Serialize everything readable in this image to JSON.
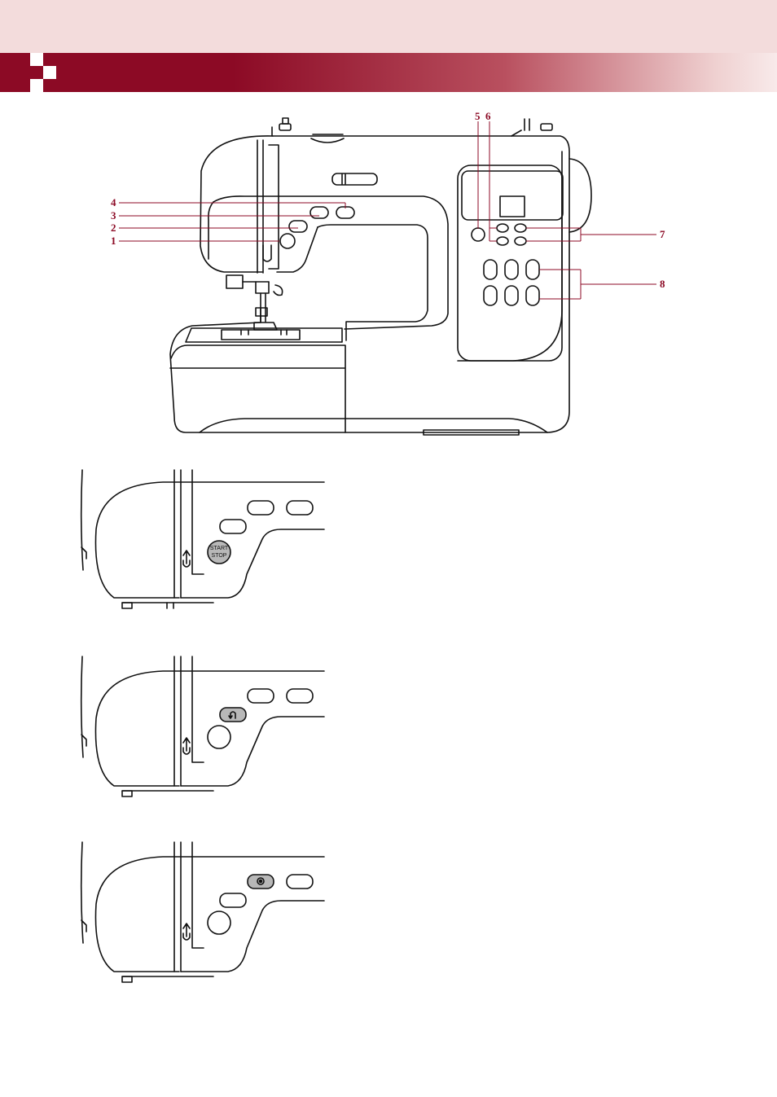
{
  "header": {
    "accent_color": "#8c0a25",
    "band_color": "#f3dcdc"
  },
  "main_figure": {
    "callouts": [
      "1",
      "2",
      "3",
      "4",
      "5",
      "6",
      "7",
      "8"
    ]
  },
  "detail_figures": [
    {
      "highlighted_button": "start-stop",
      "button_text_line1": "START",
      "button_text_line2": "STOP"
    },
    {
      "highlighted_button": "reverse",
      "icon": "reverse-arrow-icon"
    },
    {
      "highlighted_button": "needle-position",
      "icon": "needle-up-down-icon"
    }
  ]
}
